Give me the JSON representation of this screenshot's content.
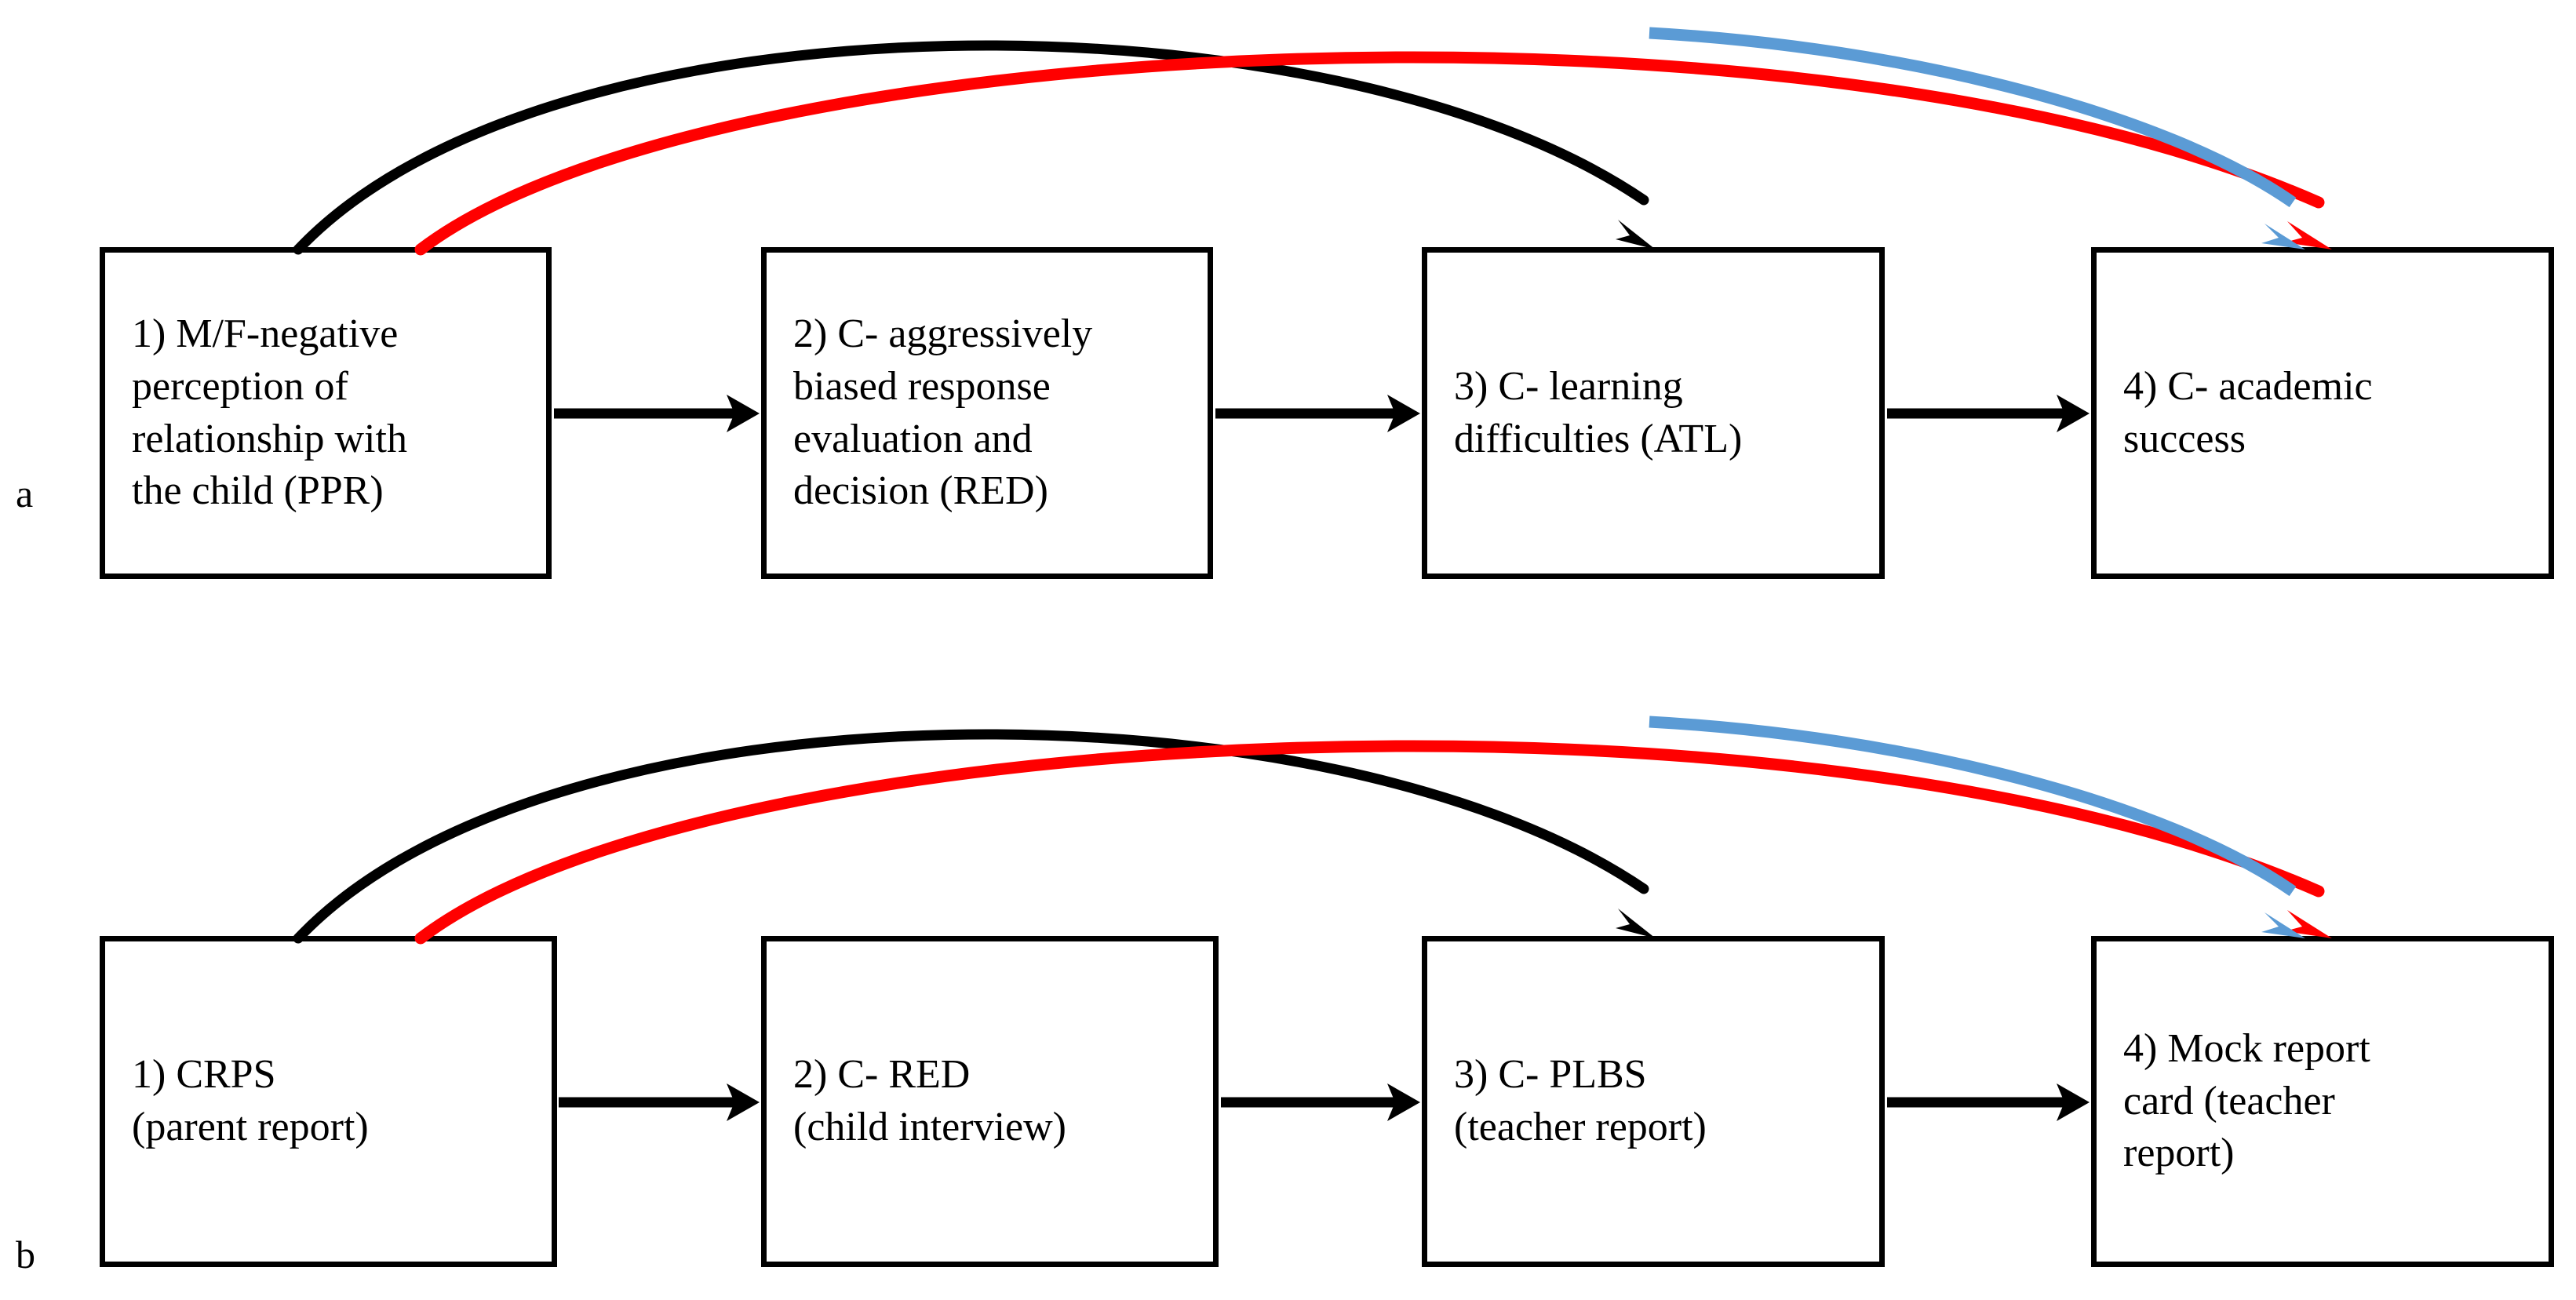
{
  "figure": {
    "type": "two-panel process/flow diagram",
    "background_color": "#FFFFFF",
    "box_border_color": "#000000"
  },
  "colors": {
    "black": "#000000",
    "red": "#FF0000",
    "blue": "#5B9BD5"
  },
  "panels": [
    {
      "id": "a",
      "label": "a",
      "boxes": [
        {
          "id": "a1",
          "text": "1) M/F-negative\nperception of\nrelationship with\nthe child (PPR)"
        },
        {
          "id": "a2",
          "text": "2) C- aggressively\nbiased response\nevaluation and\ndecision (RED)"
        },
        {
          "id": "a3",
          "text": "3) C- learning\ndifficulties (ATL)"
        },
        {
          "id": "a4",
          "text": "4) C- academic\nsuccess"
        }
      ],
      "straight_arrows": [
        {
          "from": "a1",
          "to": "a2",
          "color": "#000000"
        },
        {
          "from": "a2",
          "to": "a3",
          "color": "#000000"
        },
        {
          "from": "a3",
          "to": "a4",
          "color": "#000000"
        }
      ],
      "curved_arrows": [
        {
          "from": "a1",
          "to": "a3",
          "color": "#000000"
        },
        {
          "from": "a1",
          "to": "a4",
          "color": "#FF0000"
        },
        {
          "from": "a3",
          "to": "a4",
          "color": "#5B9BD5"
        }
      ]
    },
    {
      "id": "b",
      "label": "b",
      "boxes": [
        {
          "id": "b1",
          "text": "1)  CRPS\n(parent report)"
        },
        {
          "id": "b2",
          "text": "2) C- RED\n(child interview)"
        },
        {
          "id": "b3",
          "text": "3) C- PLBS\n(teacher report)"
        },
        {
          "id": "b4",
          "text": "4) Mock report\ncard (teacher\nreport)"
        }
      ],
      "straight_arrows": [
        {
          "from": "b1",
          "to": "b2",
          "color": "#000000"
        },
        {
          "from": "b2",
          "to": "b3",
          "color": "#000000"
        },
        {
          "from": "b3",
          "to": "b4",
          "color": "#000000"
        }
      ],
      "curved_arrows": [
        {
          "from": "b1",
          "to": "b3",
          "color": "#000000"
        },
        {
          "from": "b1",
          "to": "b4",
          "color": "#FF0000"
        },
        {
          "from": "b3",
          "to": "b4",
          "color": "#5B9BD5"
        }
      ]
    }
  ]
}
